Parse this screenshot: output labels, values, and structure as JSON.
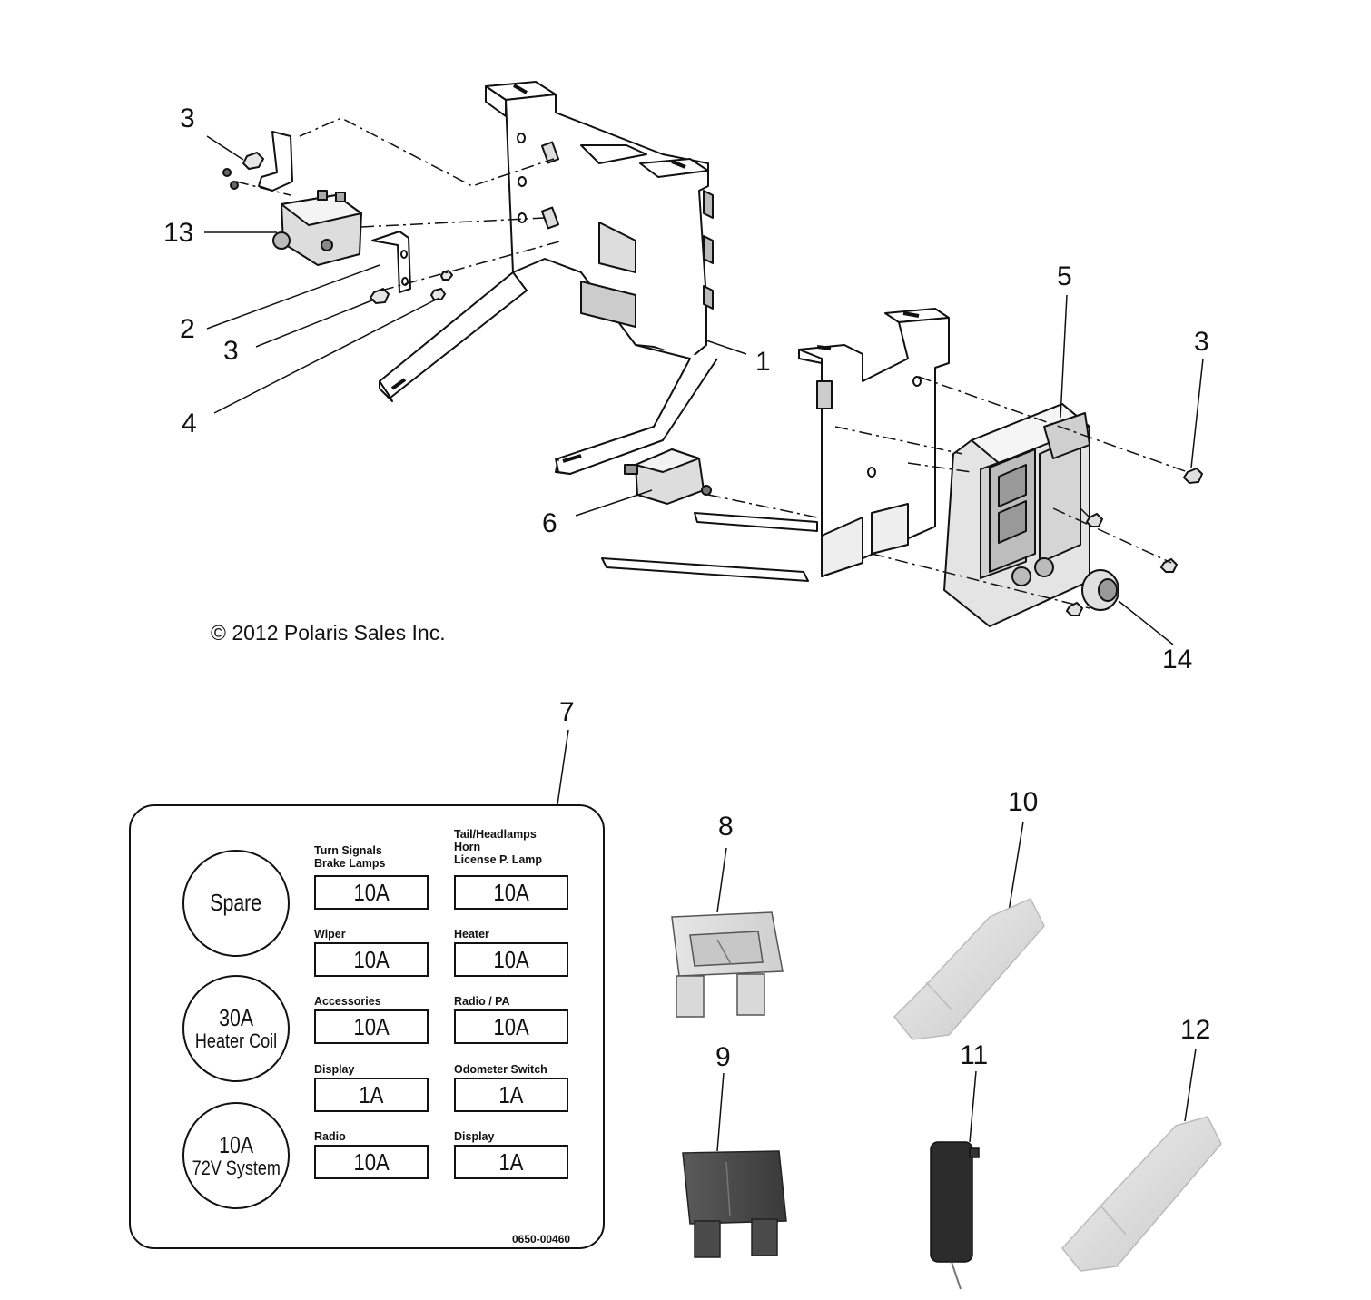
{
  "copyright": "© 2012 Polaris Sales Inc.",
  "callouts": {
    "c1": "1",
    "c2": "2",
    "c3a": "3",
    "c3b": "3",
    "c3c": "3",
    "c4": "4",
    "c5": "5",
    "c6": "6",
    "c7": "7",
    "c8": "8",
    "c9": "9",
    "c10": "10",
    "c11": "11",
    "c12": "12",
    "c13": "13",
    "c14": "14"
  },
  "decal": {
    "part_number": "0650-00460",
    "circles": [
      {
        "line1": "Spare",
        "line2": ""
      },
      {
        "line1": "30A",
        "line2": "Heater Coil"
      },
      {
        "line1": "10A",
        "line2": "72V System"
      }
    ],
    "slots": [
      {
        "label": "Turn Signals\nBrake Lamps",
        "rating": "10A"
      },
      {
        "label": "Tail/Headlamps\nHorn\nLicense P. Lamp",
        "rating": "10A"
      },
      {
        "label": "Wiper",
        "rating": "10A"
      },
      {
        "label": "Heater",
        "rating": "10A"
      },
      {
        "label": "Accessories",
        "rating": "10A"
      },
      {
        "label": "Radio / PA",
        "rating": "10A"
      },
      {
        "label": "Display",
        "rating": "1A"
      },
      {
        "label": "Odometer Switch",
        "rating": "1A"
      },
      {
        "label": "Radio",
        "rating": "10A"
      },
      {
        "label": "Display",
        "rating": "1A"
      }
    ]
  }
}
